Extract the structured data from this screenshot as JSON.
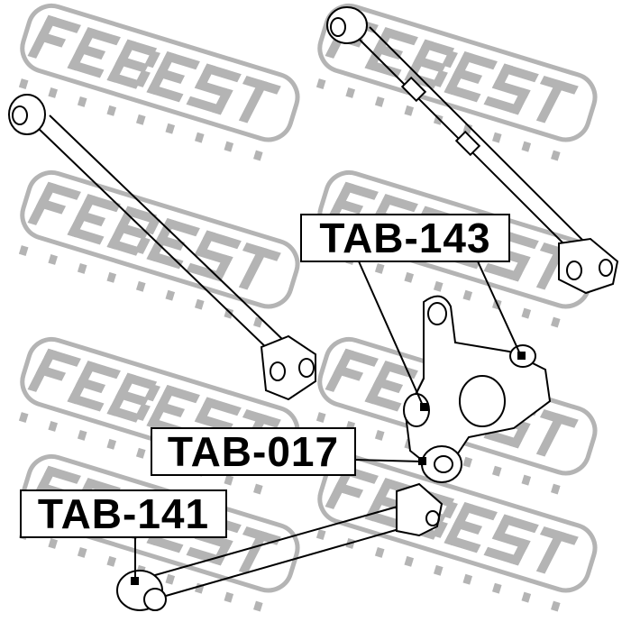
{
  "watermark": {
    "brand": "FEBEST",
    "tagline": "A U T O  P A R T S",
    "color": "#b4b4b4"
  },
  "parts": [
    {
      "code": "TAB-143"
    },
    {
      "code": "TAB-017"
    },
    {
      "code": "TAB-141"
    }
  ]
}
